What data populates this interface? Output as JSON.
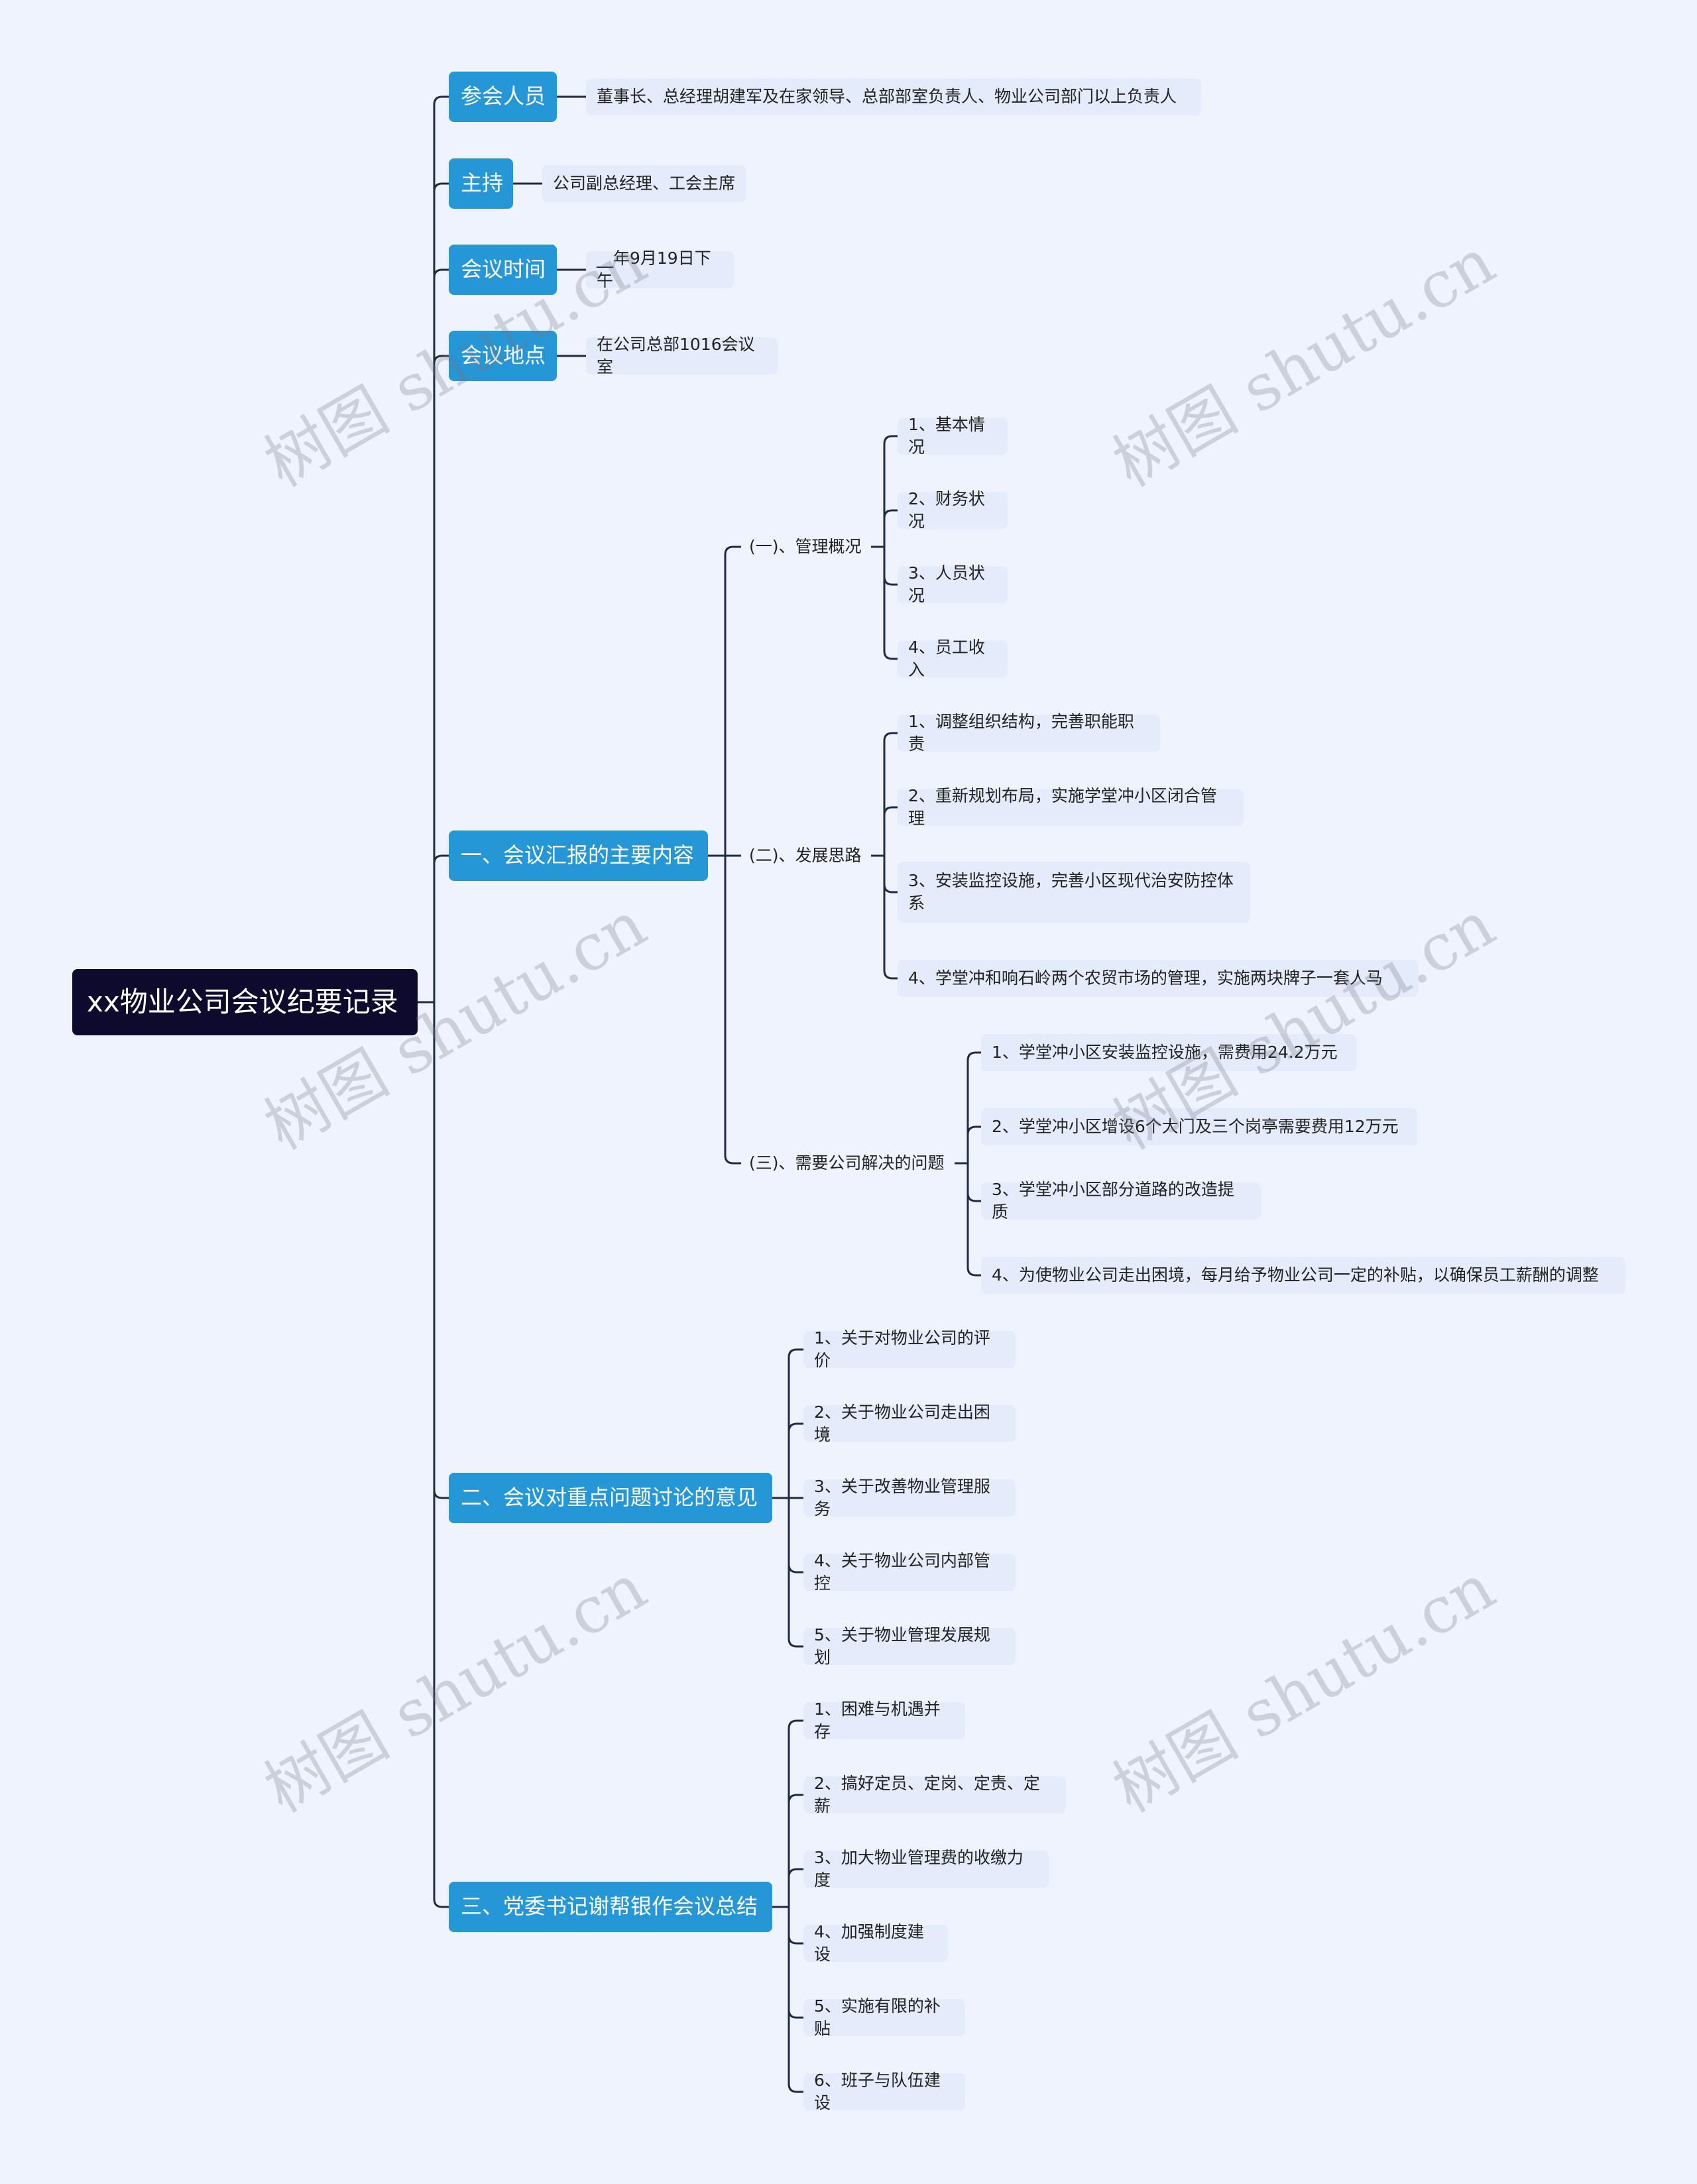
{
  "root": "xx物业公司会议纪要记录",
  "sections": [
    {
      "label": "参会人员",
      "items": [
        "董事长、总经理胡建军及在家领导、总部部室负责人、物业公司部门以上负责人"
      ]
    },
    {
      "label": "主持",
      "items": [
        "公司副总经理、工会主席"
      ]
    },
    {
      "label": "会议时间",
      "items": [
        "__年9月19日下午"
      ]
    },
    {
      "label": "会议地点",
      "items": [
        "在公司总部1016会议室"
      ]
    },
    {
      "label": "一、会议汇报的主要内容",
      "groups": [
        {
          "label": "(一)、管理概况",
          "items": [
            "1、基本情况",
            "2、财务状况",
            "3、人员状况",
            "4、员工收入"
          ]
        },
        {
          "label": "(二)、发展思路",
          "items": [
            "1、调整组织结构，完善职能职责",
            "2、重新规划布局，实施学堂冲小区闭合管理",
            "3、安装监控设施，完善小区现代治安防控体系",
            "4、学堂冲和响石岭两个农贸市场的管理，实施两块牌子一套人马"
          ]
        },
        {
          "label": "(三)、需要公司解决的问题",
          "items": [
            "1、学堂冲小区安装监控设施，需费用24.2万元",
            "2、学堂冲小区增设6个大门及三个岗亭需要费用12万元",
            "3、学堂冲小区部分道路的改造提质",
            "4、为使物业公司走出困境，每月给予物业公司一定的补贴，以确保员工薪酬的调整"
          ]
        }
      ]
    },
    {
      "label": "二、会议对重点问题讨论的意见",
      "items": [
        "1、关于对物业公司的评价",
        "2、关于物业公司走出困境",
        "3、关于改善物业管理服务",
        "4、关于物业公司内部管控",
        "5、关于物业管理发展规划"
      ]
    },
    {
      "label": "三、党委书记谢帮银作会议总结",
      "items": [
        "1、困难与机遇并存",
        "2、搞好定员、定岗、定责、定薪",
        "3、加大物业管理费的收缴力度",
        "4、加强制度建设",
        "5、实施有限的补贴",
        "6、班子与队伍建设"
      ]
    }
  ],
  "watermark": "树图 shutu.cn",
  "colors": {
    "root": "#0d0a2e",
    "main": "#2596d6",
    "leaf": "#e4ebfa",
    "line": "#1f2a44",
    "background": "#eef3fd"
  }
}
